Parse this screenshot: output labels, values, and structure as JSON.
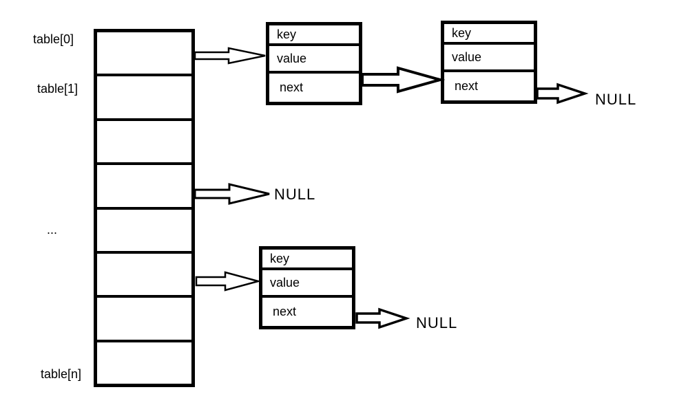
{
  "colors": {
    "background": "#ffffff",
    "ink": "#000000"
  },
  "array": {
    "cell_count": 8,
    "labels": {
      "bucket0": "table[0]",
      "bucket1": "table[1]",
      "ellipsis": "...",
      "bucketN": "table[n]"
    }
  },
  "nodes": [
    {
      "fields": {
        "key": "key",
        "value": "value",
        "next": "next"
      }
    },
    {
      "fields": {
        "key": "key",
        "value": "value",
        "next": "next"
      }
    },
    {
      "fields": {
        "key": "key",
        "value": "value",
        "next": "next"
      }
    }
  ],
  "null_labels": {
    "chain_top_end": "NULL",
    "empty_bucket": "NULL",
    "chain_bottom_end": "NULL"
  }
}
